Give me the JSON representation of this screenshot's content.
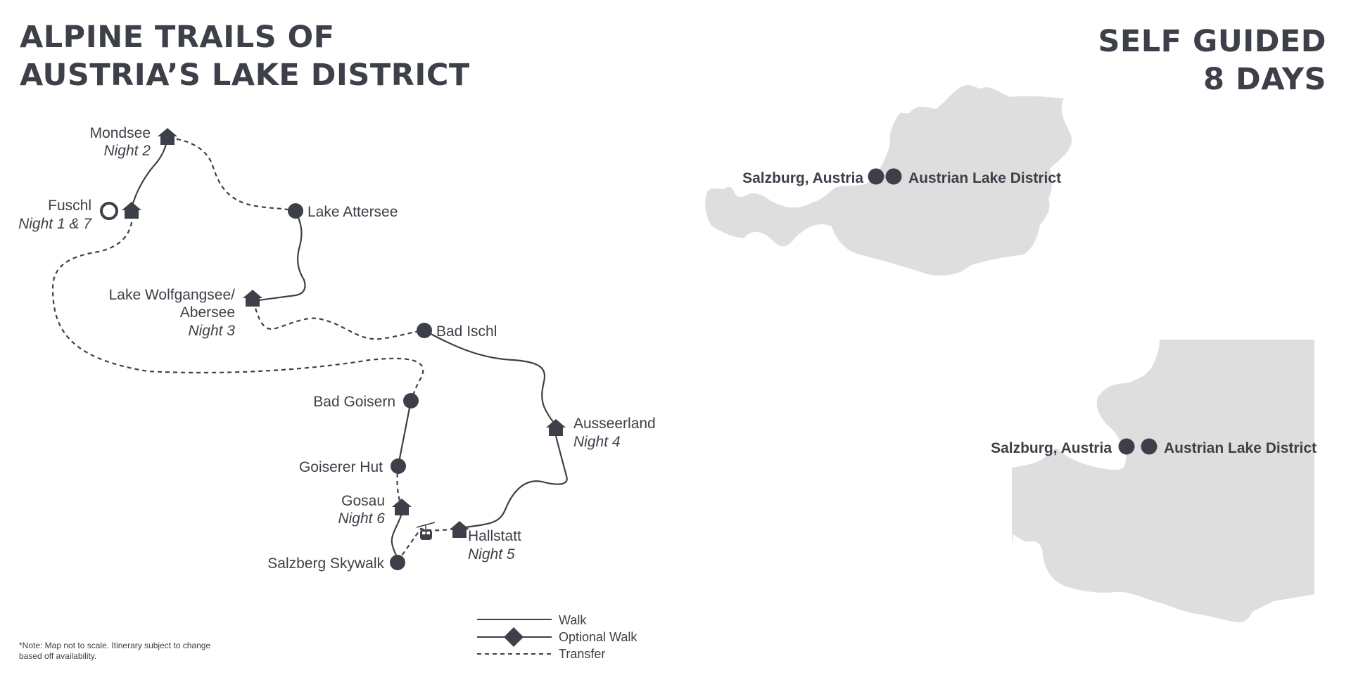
{
  "header": {
    "title_line1": "ALPINE TRAILS OF",
    "title_line2": "AUSTRIA’S LAKE DISTRICT",
    "tour_type": "SELF GUIDED",
    "duration": "8 DAYS"
  },
  "stops": {
    "mondsee": {
      "name": "Mondsee",
      "night": "Night 2",
      "icon": "house-icon"
    },
    "fuschl": {
      "name": "Fuschl",
      "night": "Night 1 & 7",
      "icon": "house-icon"
    },
    "lake_attersee": {
      "name": "Lake Attersee",
      "icon": "dot-icon"
    },
    "lake_wolfgangsee": {
      "name_line1": "Lake Wolfgangsee/",
      "name_line2": "Abersee",
      "night": "Night 3",
      "icon": "house-icon"
    },
    "bad_ischl": {
      "name": "Bad Ischl",
      "icon": "dot-icon"
    },
    "ausseerland": {
      "name": "Ausseerland",
      "night": "Night 4",
      "icon": "house-icon"
    },
    "bad_goisern": {
      "name": "Bad Goisern",
      "icon": "dot-icon"
    },
    "goiserer_hut": {
      "name": "Goiserer Hut",
      "icon": "dot-icon"
    },
    "gosau": {
      "name": "Gosau",
      "night": "Night 6",
      "icon": "house-icon"
    },
    "hallstatt": {
      "name": "Hallstatt",
      "night": "Night 5",
      "icon": "house-icon"
    },
    "salzberg_skywalk": {
      "name": "Salzberg Skywalk",
      "icon": "dot-icon"
    }
  },
  "legend": {
    "walk": "Walk",
    "optional_walk": "Optional Walk",
    "transfer": "Transfer"
  },
  "note": "*Note: Map not to scale. Itinerary subject to change based off availability.",
  "inset_country": {
    "left_label": "Salzburg, Austria",
    "right_label": "Austrian Lake District"
  },
  "inset_region": {
    "left_label": "Salzburg, Austria",
    "right_label": "Austrian Lake District"
  },
  "colors": {
    "ink": "#3d4048",
    "land": "#dedede",
    "background": "#ffffff"
  }
}
